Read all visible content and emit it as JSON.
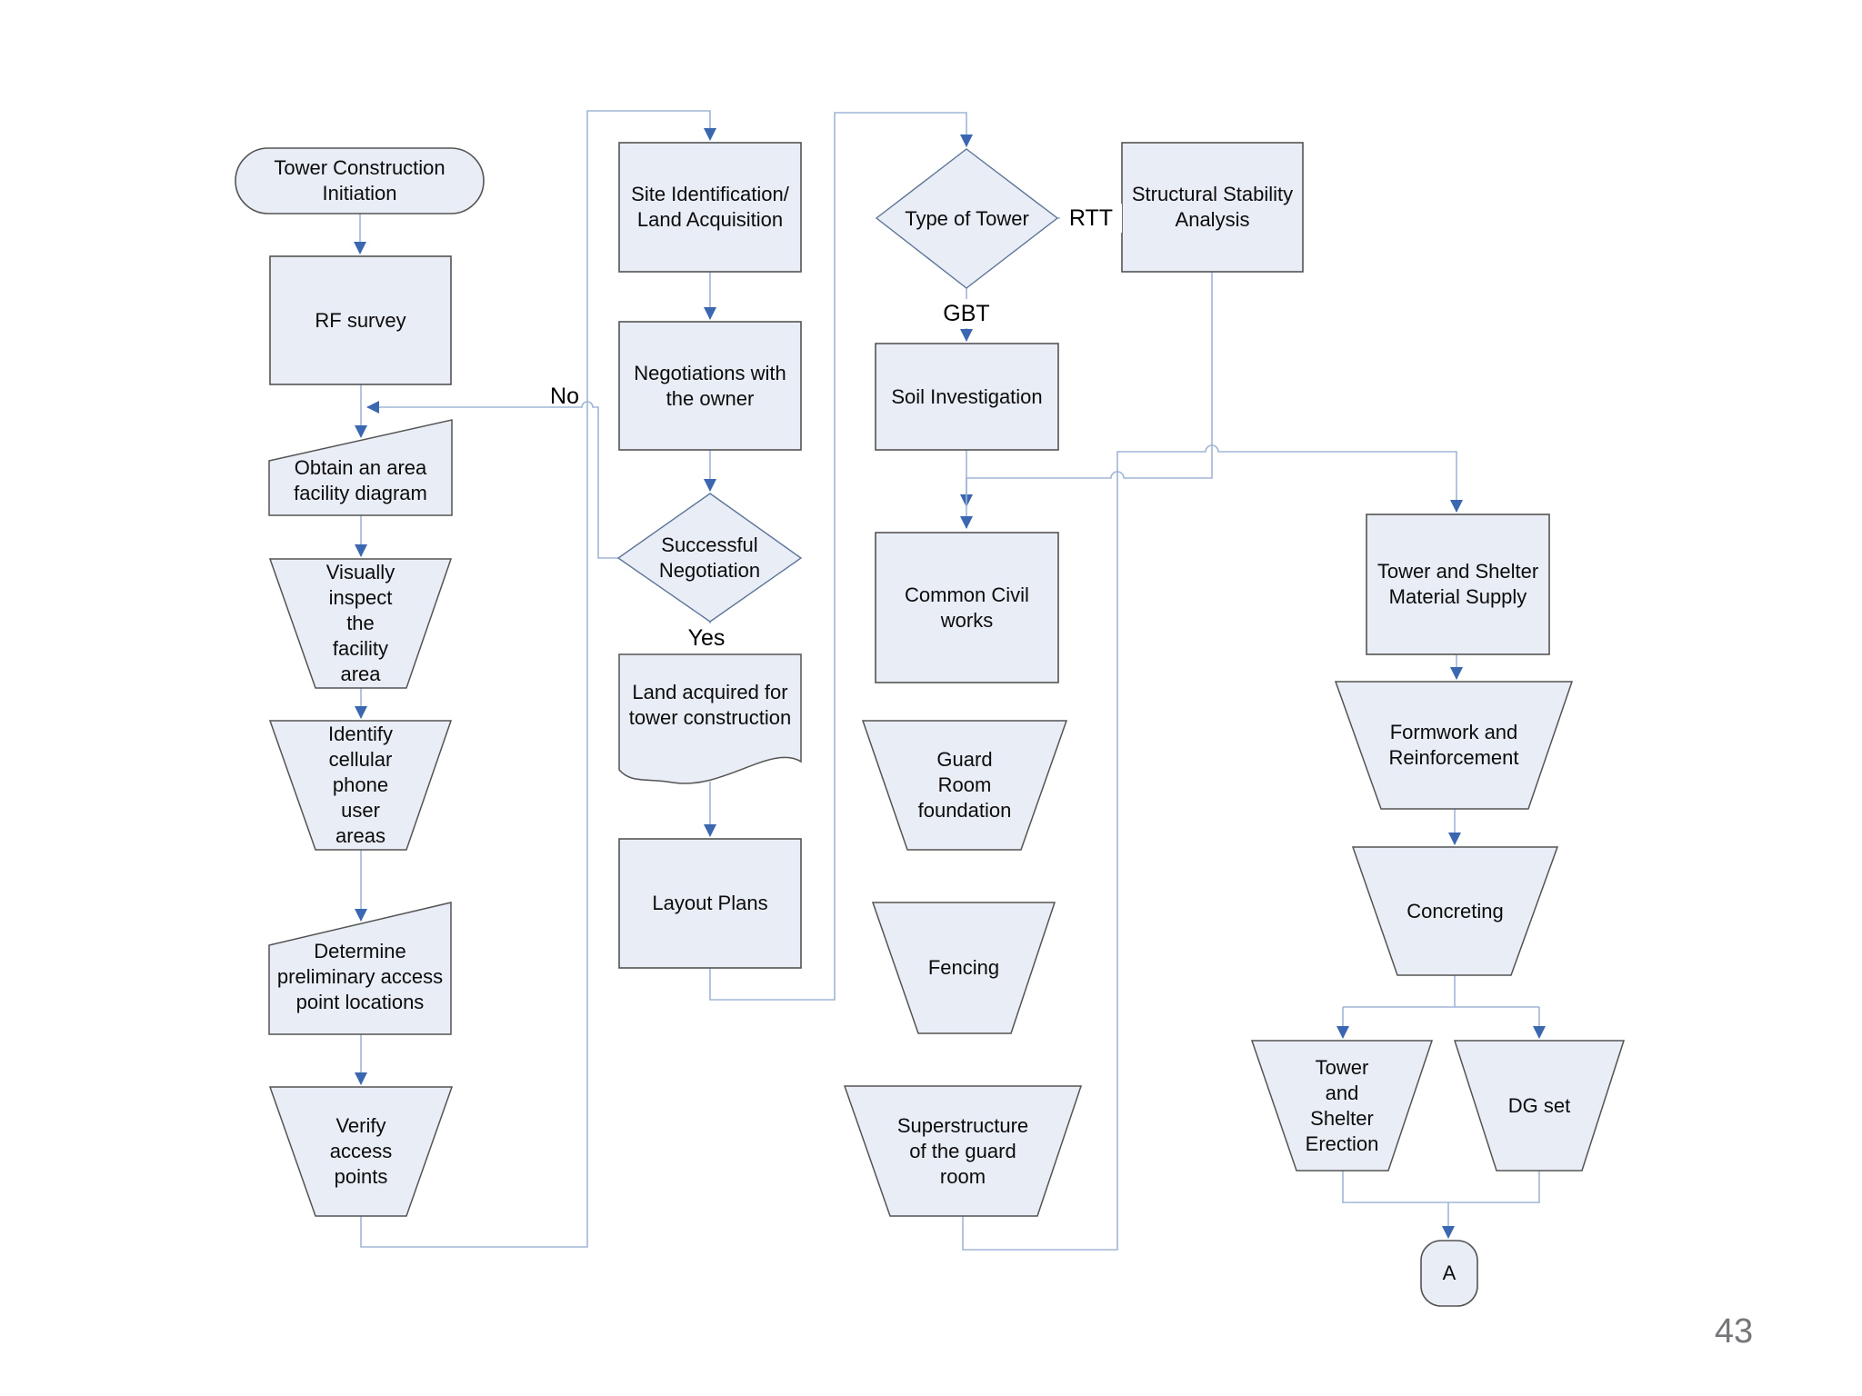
{
  "page": {
    "number": "43"
  },
  "colors": {
    "background": "#ffffff",
    "shape_fill": "#e9edf6",
    "shape_stroke": "#545454",
    "diamond_stroke": "#5f7699",
    "connector": "#9fb5d6",
    "arrowhead": "#3a67b0",
    "text": "#0c0c0c",
    "page_number": "#75767a"
  },
  "edge_labels": {
    "no": "No",
    "yes": "Yes",
    "gbt": "GBT",
    "rtt": "RTT"
  },
  "nodes": {
    "start": {
      "type": "terminator",
      "label": "Tower Construction\nInitiation"
    },
    "rf_survey": {
      "type": "process",
      "label": "RF survey"
    },
    "obtain_diagram": {
      "type": "card",
      "label": "Obtain an area\nfacility diagram"
    },
    "visually_inspect": {
      "type": "manual-operation",
      "label": "Visually\ninspect\nthe\nfacility\narea"
    },
    "identify_users": {
      "type": "manual-operation",
      "label": "Identify\ncellular\nphone\nuser\nareas"
    },
    "determine_access": {
      "type": "card",
      "label": "Determine\npreliminary access\npoint locations"
    },
    "verify_access": {
      "type": "manual-operation",
      "label": "Verify\naccess\npoints"
    },
    "site_identification": {
      "type": "process",
      "label": "Site Identification/\nLand Acquisition"
    },
    "negotiations": {
      "type": "process",
      "label": "Negotiations with\nthe owner"
    },
    "successful_negotiation": {
      "type": "decision",
      "label": "Successful\nNegotiation"
    },
    "land_acquired": {
      "type": "document",
      "label": "Land acquired for\ntower construction"
    },
    "layout_plans": {
      "type": "process",
      "label": "Layout Plans"
    },
    "type_of_tower": {
      "type": "decision",
      "label": "Type of Tower"
    },
    "structural_stability": {
      "type": "process",
      "label": "Structural Stability\nAnalysis"
    },
    "soil_investigation": {
      "type": "process",
      "label": "Soil Investigation"
    },
    "common_civil": {
      "type": "process",
      "label": "Common Civil\nworks"
    },
    "guard_room": {
      "type": "manual-operation",
      "label": "Guard\nRoom\nfoundation"
    },
    "fencing": {
      "type": "manual-operation",
      "label": "Fencing"
    },
    "superstructure": {
      "type": "manual-operation",
      "label": "Superstructure\nof the guard\nroom"
    },
    "material_supply": {
      "type": "process",
      "label": "Tower and Shelter\nMaterial Supply"
    },
    "formwork": {
      "type": "manual-operation",
      "label": "Formwork and\nReinforcement"
    },
    "concreting": {
      "type": "manual-operation",
      "label": "Concreting"
    },
    "erection": {
      "type": "manual-operation",
      "label": "Tower\nand\nShelter\nErection"
    },
    "dg_set": {
      "type": "manual-operation",
      "label": "DG set"
    },
    "connector_a": {
      "type": "terminator",
      "label": "A"
    }
  }
}
